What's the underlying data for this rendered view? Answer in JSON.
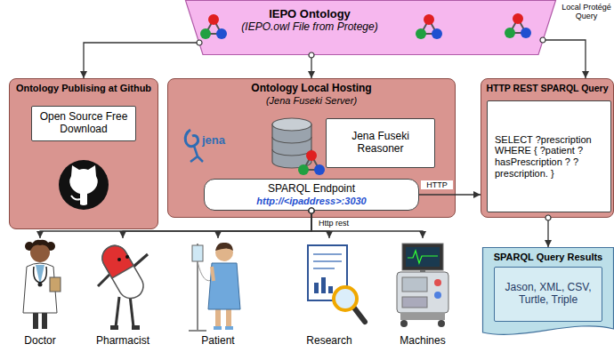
{
  "diagram": {
    "nodes": [
      {
        "text": [
          "IEPO Ontology",
          "(IEPO.owl File from Protege)"
        ]
      },
      {
        "text": [
          "Ontology Publising at Github"
        ]
      },
      {
        "text": [
          "Open Source Free Download"
        ],
        "in": 1
      },
      {
        "text": [
          "Ontology Local Hosting",
          "(Jena Fuseki Server)"
        ]
      },
      {
        "text": [
          "Jena Fuseki Reasoner"
        ],
        "in": 3
      },
      {
        "text": [
          "SPARQL Endpoint",
          "http://<ipaddress>:3030"
        ],
        "in": 3
      },
      {
        "text": [
          "HTTP REST SPARQL Query"
        ]
      },
      {
        "text": [
          "SELECT ?prescription WHERE { ?patient ?hasPrescription ? ?prescription. }"
        ],
        "in": 6
      },
      {
        "text": [
          "SPARQL Query Results"
        ]
      },
      {
        "text": [
          "Jason, XML, CSV, Turtle, Triple"
        ],
        "in": 8
      },
      {
        "text": [
          "Doctor"
        ]
      },
      {
        "text": [
          "Pharmacist"
        ]
      },
      {
        "text": [
          "Patient"
        ]
      },
      {
        "text": [
          "Research"
        ]
      },
      {
        "text": [
          "Machines"
        ]
      }
    ],
    "edges": [
      {
        "from": 0,
        "to": 1,
        "arrow": "to"
      },
      {
        "from": 0,
        "to": 3,
        "arrow": "to"
      },
      {
        "from": 0,
        "to": 6,
        "label": "Local Protégé Query",
        "arrow": "to"
      },
      {
        "from": 5,
        "to": 6,
        "label": "HTTP",
        "arrow": "to"
      },
      {
        "from": 6,
        "to": 8,
        "arrow": "to"
      },
      {
        "from": 5,
        "to": 10,
        "arrow": "to"
      },
      {
        "from": 5,
        "to": 11,
        "arrow": "to"
      },
      {
        "from": 5,
        "to": 12,
        "arrow": "to"
      },
      {
        "from": 5,
        "to": 13,
        "label": "Http rest",
        "arrow": "to"
      },
      {
        "from": 5,
        "to": 14,
        "arrow": "to"
      }
    ],
    "labels": [
      "jena"
    ]
  }
}
